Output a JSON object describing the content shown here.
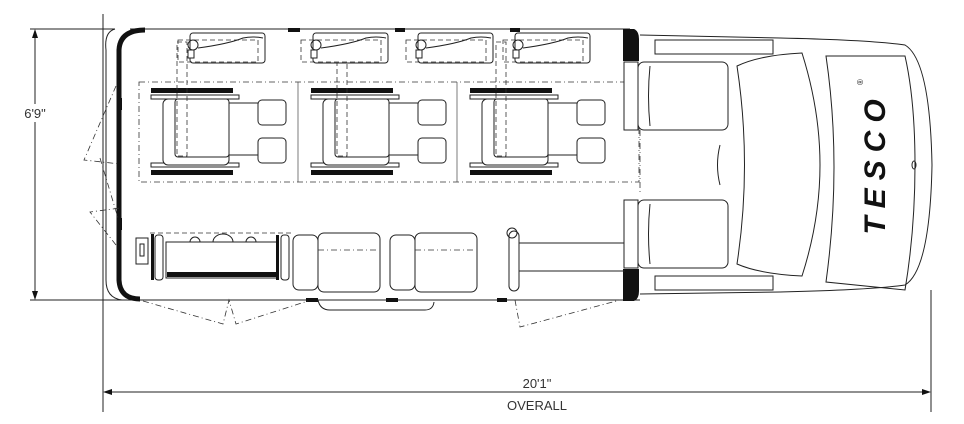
{
  "dimensions": {
    "width_label": "6'9\"",
    "length_label": "20'1\"",
    "length_caption": "OVERALL"
  },
  "logo": {
    "text": "TESCO",
    "trademark": "®"
  },
  "layout": {
    "wheelchair_positions": 3,
    "flip_seats": 4,
    "rear_bench_seats": 2,
    "cab_seats": 2
  }
}
